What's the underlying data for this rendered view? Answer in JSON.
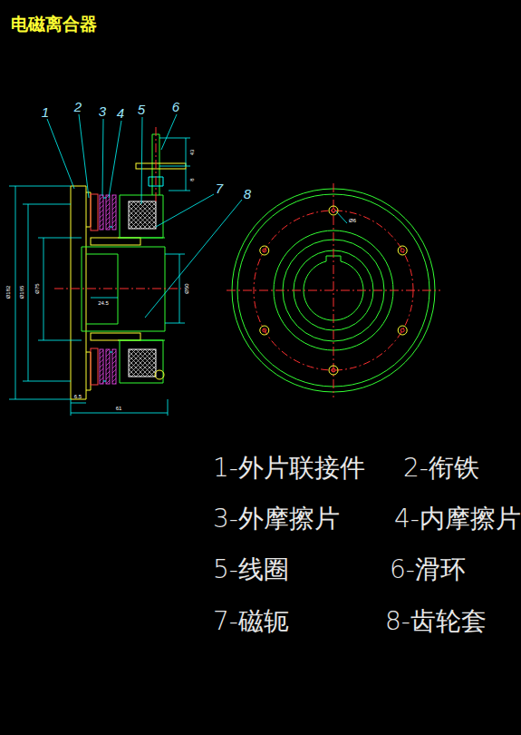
{
  "diagram": {
    "title": "电磁离合器",
    "labels": [
      "1",
      "2",
      "3",
      "4",
      "5",
      "6",
      "7",
      "8",
      "Ø182",
      "Ø165",
      "Ø75",
      "Ø50",
      "24.5",
      "6.5",
      "61",
      "43",
      "8",
      "Ø6",
      "1-外片联接件",
      "2-衔铁",
      "3-外摩擦片",
      "4-内摩擦片",
      "5-线圈",
      "6-滑环",
      "7-磁轭",
      "8-齿轮套"
    ]
  }
}
